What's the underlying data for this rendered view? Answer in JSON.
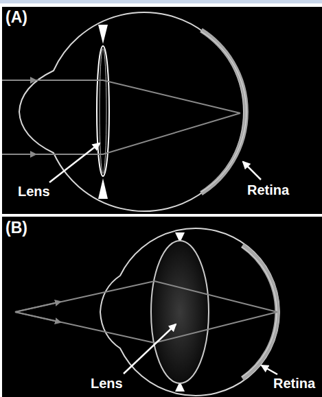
{
  "diagram": {
    "labels": [
      "(A)",
      "Lens",
      "Retina",
      "(B)",
      "Lens",
      "Retina"
    ]
  }
}
